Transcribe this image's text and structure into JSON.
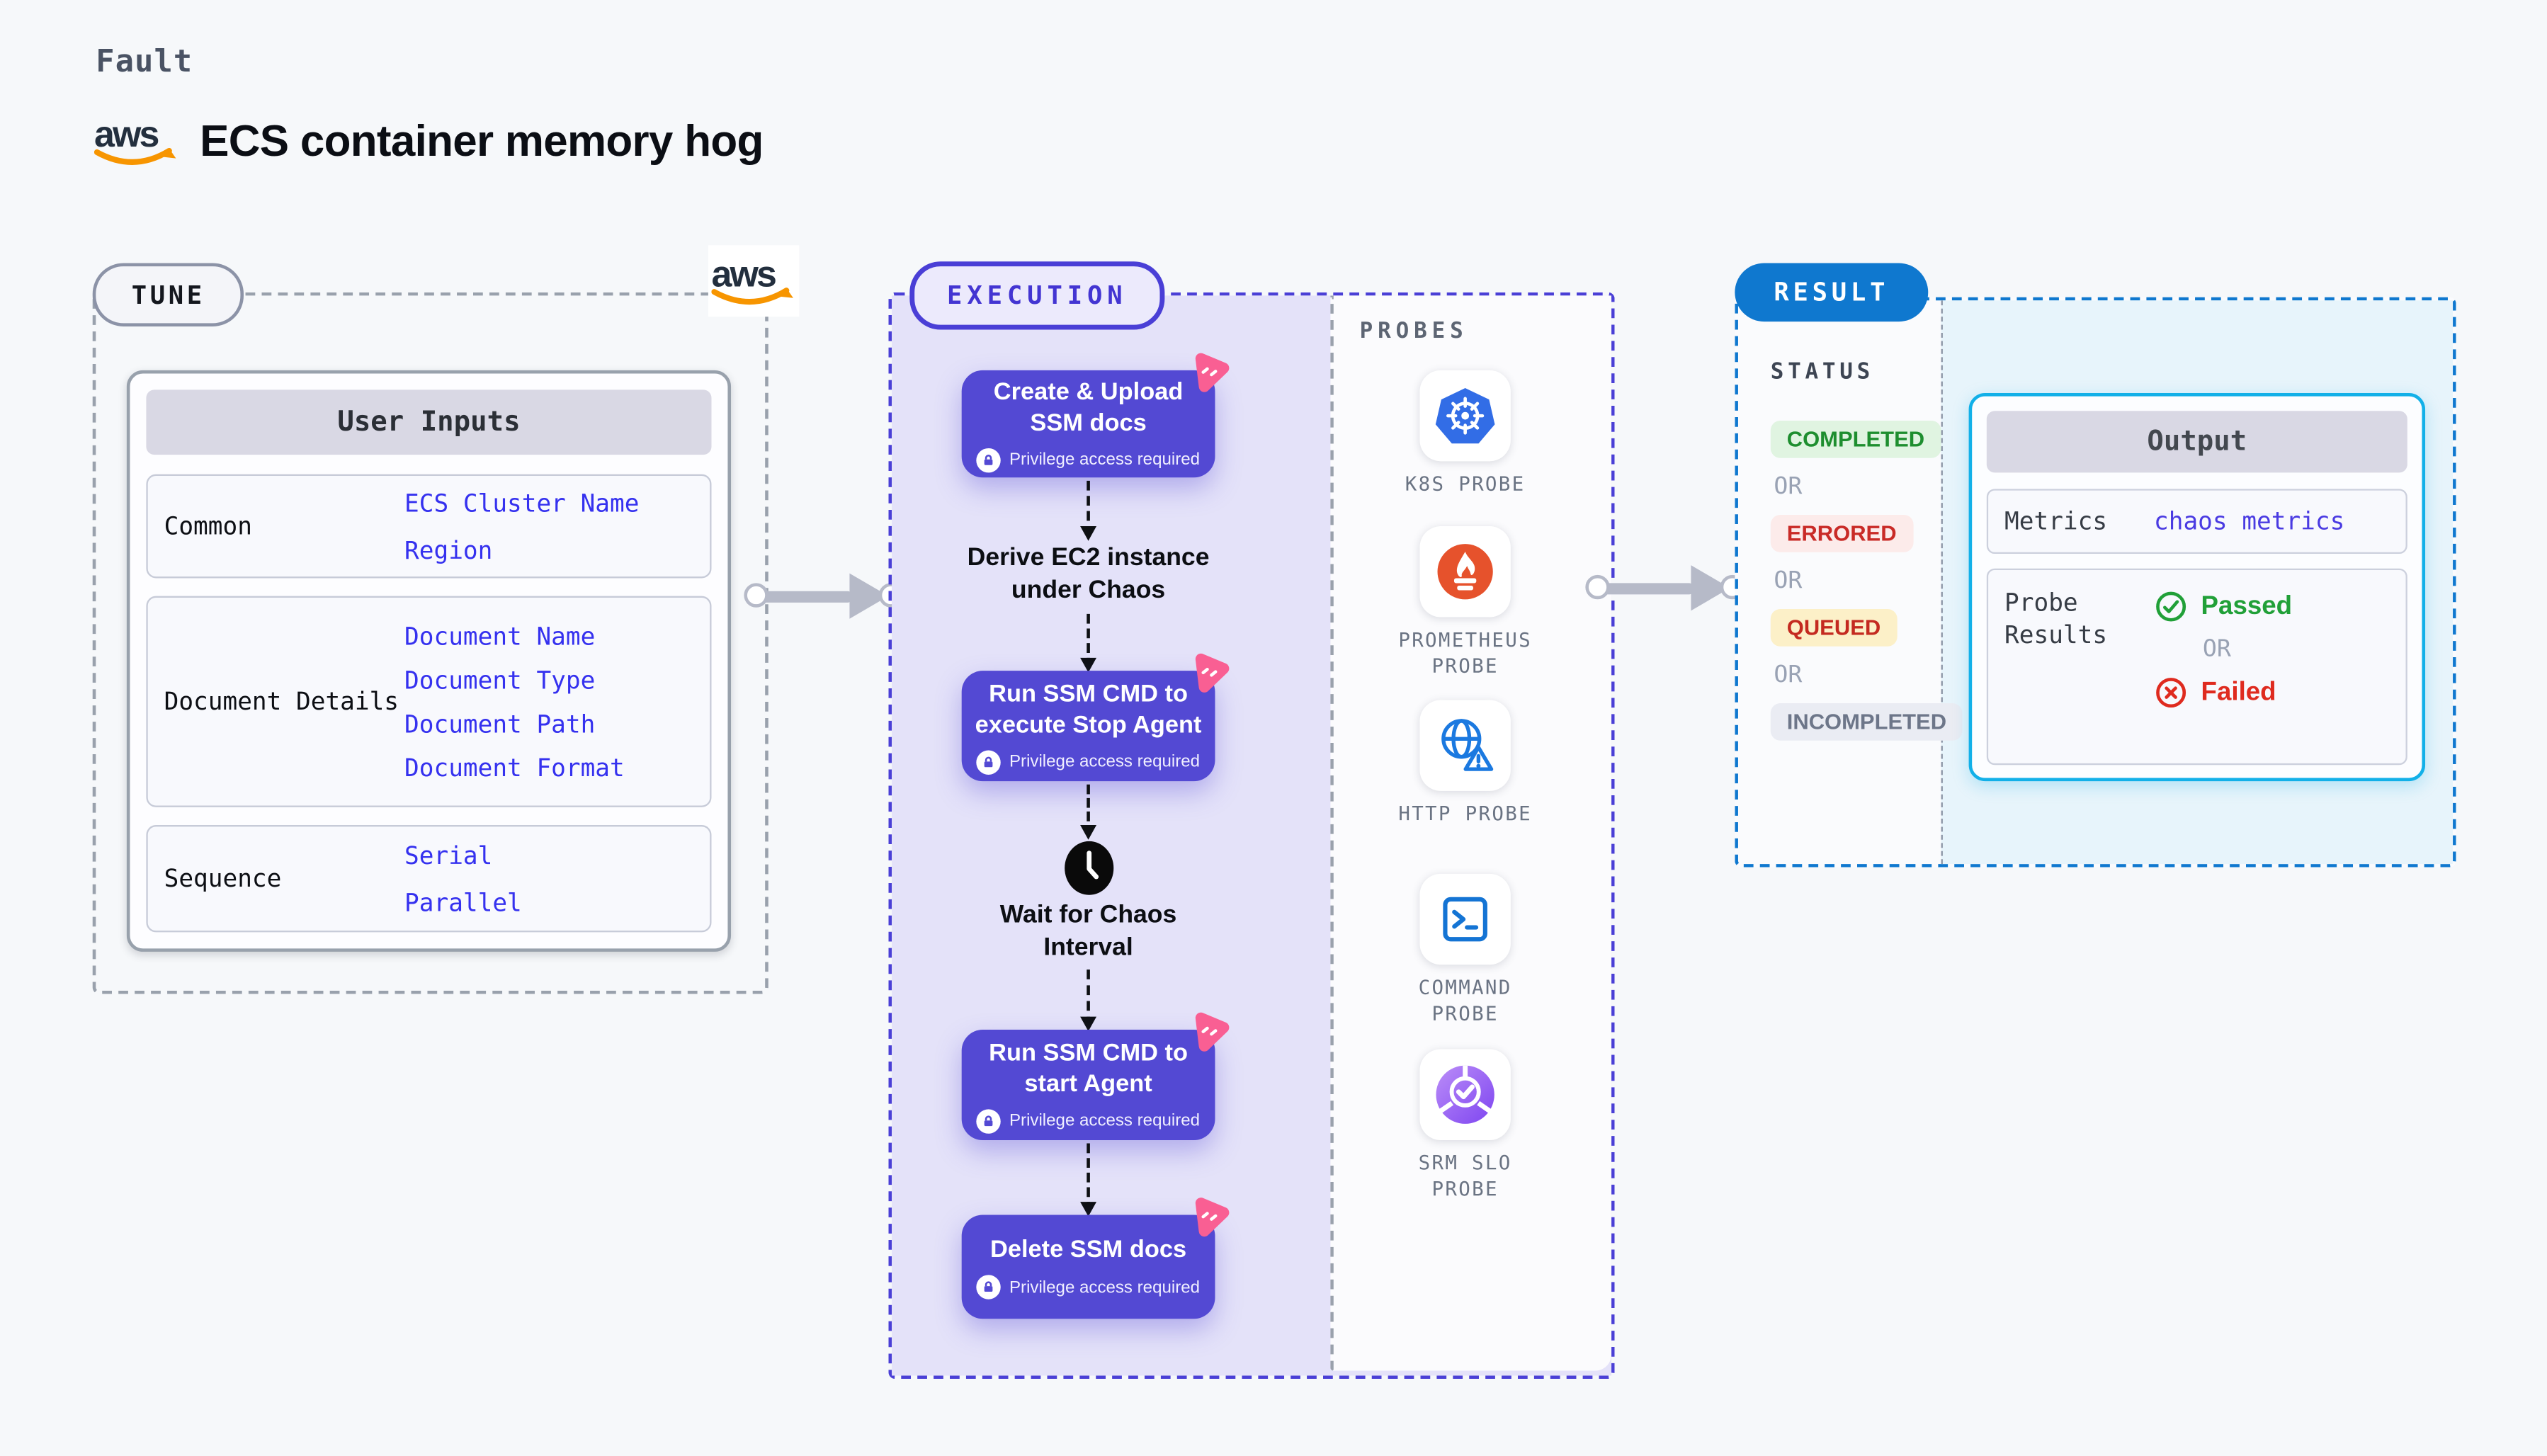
{
  "header": {
    "fault_label": "Fault",
    "title": "ECS container memory hog",
    "aws_logo_text": "aws"
  },
  "tune": {
    "badge": "TUNE",
    "table": {
      "header": "User Inputs",
      "rows": [
        {
          "label": "Common",
          "values": [
            "ECS Cluster Name",
            "Region"
          ]
        },
        {
          "label": "Document Details",
          "values": [
            "Document Name",
            "Document Type",
            "Document Path",
            "Document Format"
          ]
        },
        {
          "label": "Sequence",
          "values": [
            "Serial",
            "Parallel"
          ]
        }
      ]
    }
  },
  "execution": {
    "badge": "EXECUTION",
    "privilege_label": "Privilege access required",
    "steps": [
      {
        "type": "card",
        "title": "Create & Upload SSM docs"
      },
      {
        "type": "text",
        "title": "Derive EC2 instance under Chaos"
      },
      {
        "type": "card",
        "title": "Run SSM CMD to execute Stop Agent"
      },
      {
        "type": "wait",
        "title": "Wait for Chaos Interval"
      },
      {
        "type": "card",
        "title": "Run SSM CMD to start Agent"
      },
      {
        "type": "card",
        "title": "Delete SSM docs"
      }
    ]
  },
  "probes": {
    "label": "PROBES",
    "items": [
      {
        "label": "K8S PROBE",
        "icon": "kubernetes"
      },
      {
        "label": "PROMETHEUS PROBE",
        "icon": "prometheus"
      },
      {
        "label": "HTTP PROBE",
        "icon": "http-globe"
      },
      {
        "label": "COMMAND PROBE",
        "icon": "terminal"
      },
      {
        "label": "SRM SLO PROBE",
        "icon": "srm-slo"
      }
    ]
  },
  "result": {
    "badge": "RESULT",
    "status_label": "STATUS",
    "or_label": "OR",
    "statuses": [
      {
        "text": "COMPLETED",
        "fg": "#1e8e2f",
        "bg": "#e0f4e1"
      },
      {
        "text": "ERRORED",
        "fg": "#c92b27",
        "bg": "#fcebea"
      },
      {
        "text": "QUEUED",
        "fg": "#c42a20",
        "bg": "#fcf0c8"
      },
      {
        "text": "INCOMPLETED",
        "fg": "#6d7689",
        "bg": "#eaecf3"
      }
    ],
    "output": {
      "header": "Output",
      "metrics_label": "Metrics",
      "metrics_value": "chaos metrics",
      "probe_results_label": "Probe Results",
      "passed_label": "Passed",
      "or_label": "OR",
      "failed_label": "Failed"
    }
  },
  "colors": {
    "page_bg": "#f6f8fa",
    "step_card_purple": "#5349d3",
    "execution_accent": "#4a3fd6",
    "execution_fill": "#e4e2f9",
    "result_accent": "#0f78cf",
    "result_fill": "#e7f4fb",
    "output_border": "#12b0e8",
    "input_value_blue": "#3531ef",
    "passed_green": "#21a038",
    "failed_red": "#df2b1f",
    "aws_orange": "#f79500",
    "pink_marker": "#f95f93"
  }
}
